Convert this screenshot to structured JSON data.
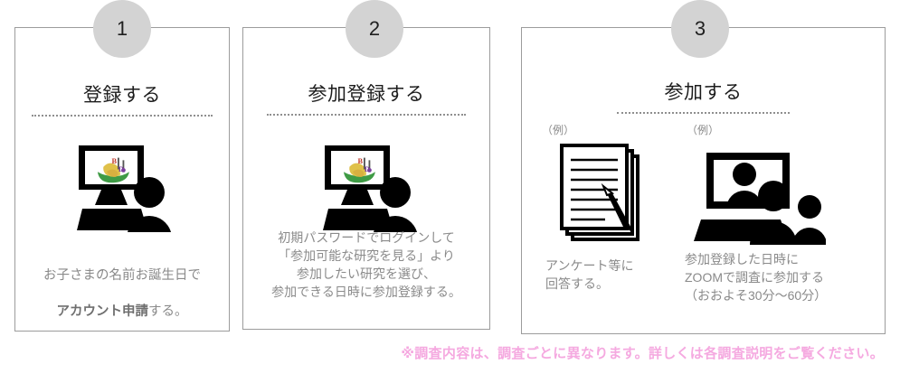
{
  "steps": [
    {
      "number": "1",
      "title": "登録する",
      "body_plain": "お子さまの名前お誕生日で",
      "body_bold": "アカウント申請",
      "body_tail": "する。",
      "icon": "monitor-person-icon"
    },
    {
      "number": "2",
      "title": "参加登録する",
      "body": "初期パスワードでログインして\n「参加可能な研究を見る」より\n参加したい研究を選び、\n参加できる日時に参加登録する。",
      "icon": "monitor-person-icon"
    },
    {
      "number": "3",
      "title": "参加する",
      "columns": [
        {
          "tag": "（例）",
          "icon": "document-stack-pencil-icon",
          "text": "アンケート等に\n回答する。"
        },
        {
          "tag": "（例）",
          "icon": "video-conference-icon",
          "text": "参加登録した日時に\nZOOMで調査に参加する\n（おおよそ30分～60分）"
        }
      ]
    }
  ],
  "footer": {
    "note": "※調査内容は、調査ごとに異なります。詳しくは各調査説明をご覧ください。"
  },
  "colors": {
    "circle_fill": "#d3d3d3",
    "panel_border": "#9c9c9c",
    "body_text": "#8a8a8a",
    "title_text": "#1c1c1c",
    "footer_pink": "#f5a9e0",
    "icon_black": "#000000",
    "logo_green": "#3f9b45",
    "logo_yellow": "#e0c14a",
    "logo_red": "#c0392b",
    "logo_purple": "#7b3f9e"
  }
}
